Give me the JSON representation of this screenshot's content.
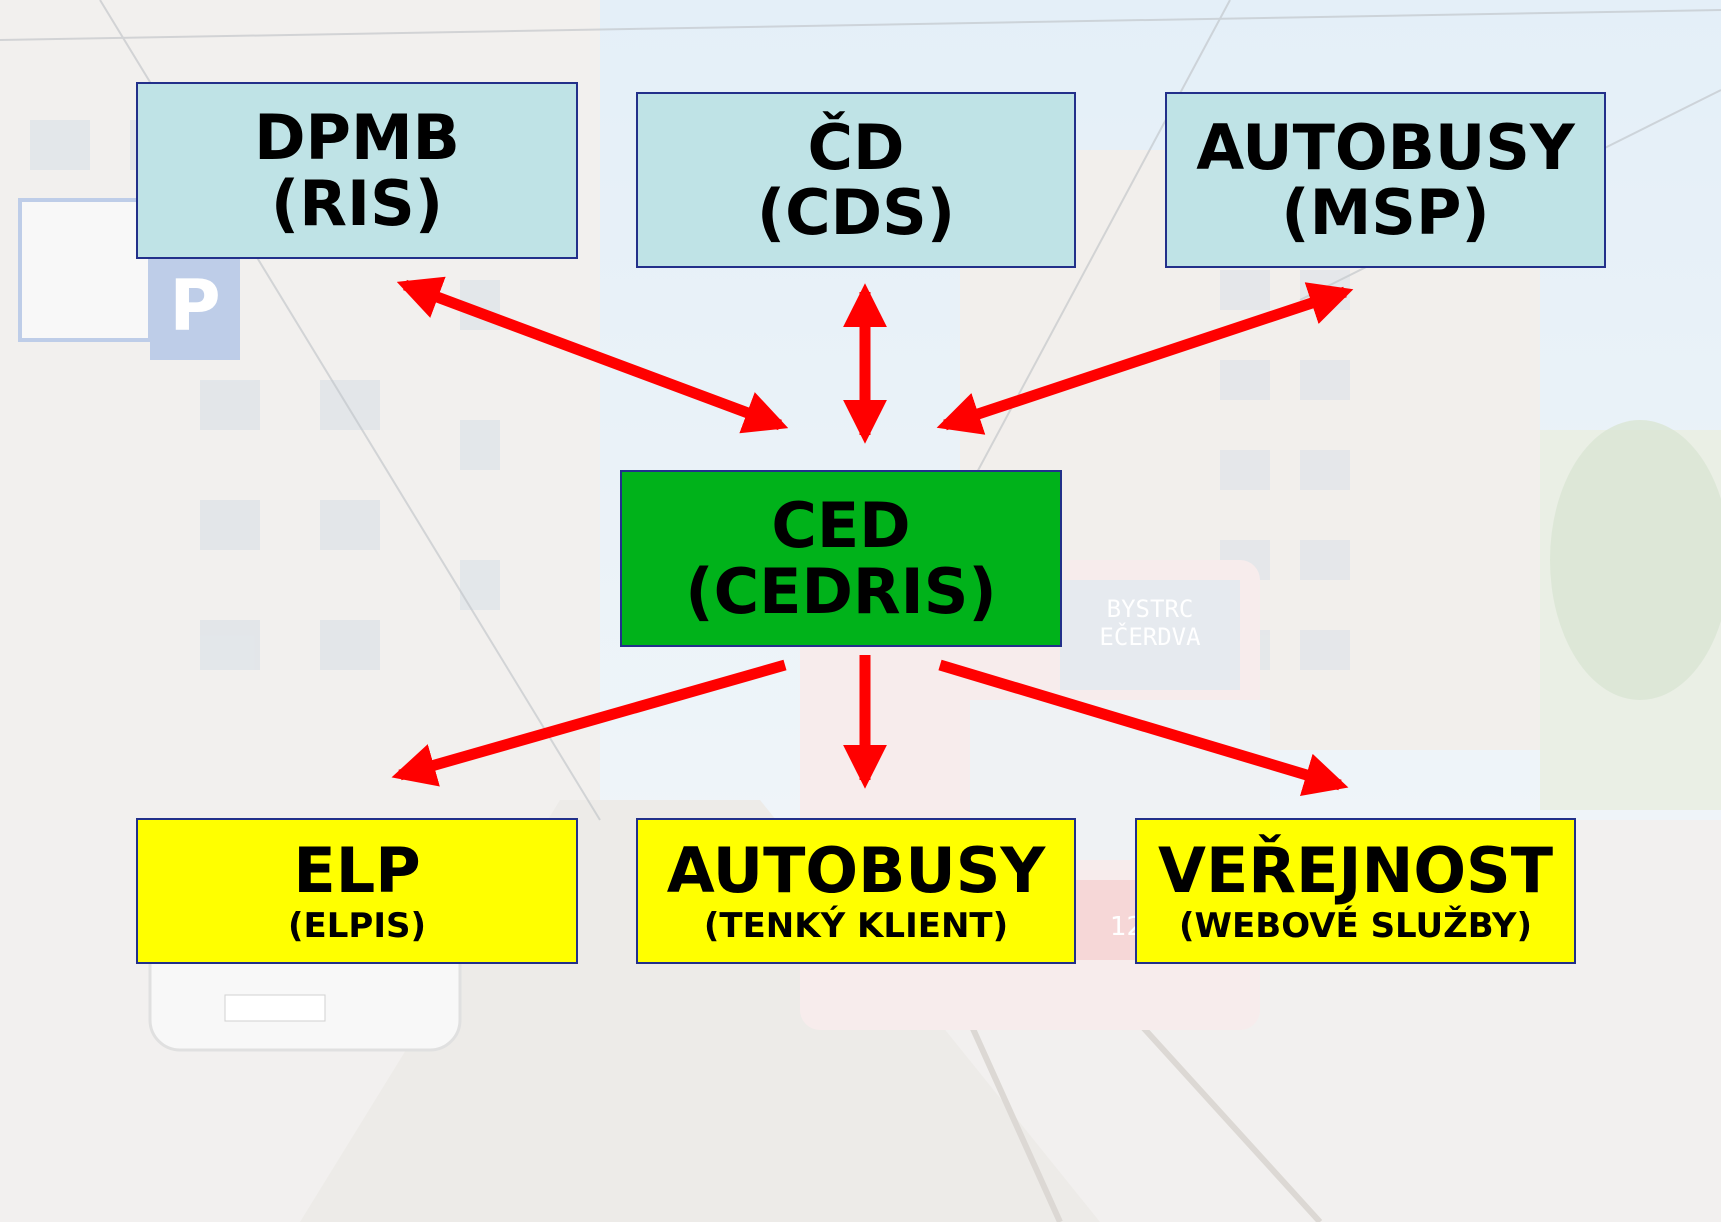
{
  "diagram": {
    "sources": [
      {
        "title": "DPMB",
        "subtitle": "(RIS)"
      },
      {
        "title": "ČD",
        "subtitle": "(CDS)"
      },
      {
        "title": "AUTOBUSY",
        "subtitle": "(MSP)"
      }
    ],
    "center": {
      "title": "CED",
      "subtitle": "(CEDRIS)"
    },
    "targets": [
      {
        "title": "ELP",
        "subtitle": "(ELPIS)"
      },
      {
        "title": "AUTOBUSY",
        "subtitle": "(TENKÝ KLIENT)"
      },
      {
        "title": "VEŘEJNOST",
        "subtitle": "(WEBOVÉ SLUŽBY)"
      }
    ],
    "links": [
      {
        "from": "DPMB",
        "to": "CED",
        "direction": "both"
      },
      {
        "from": "ČD",
        "to": "CED",
        "direction": "both"
      },
      {
        "from": "AUTOBUSY",
        "to": "CED",
        "direction": "both"
      },
      {
        "from": "CED",
        "to": "ELP",
        "direction": "forward"
      },
      {
        "from": "CED",
        "to": "AUTOBUSY",
        "direction": "forward"
      },
      {
        "from": "CED",
        "to": "VEŘEJNOST",
        "direction": "forward"
      }
    ]
  },
  "colors": {
    "source_fill": "#bfe3e6",
    "center_fill": "#00b21a",
    "target_fill": "#ffff00",
    "arrow": "#ff0000",
    "border": "#22308a"
  },
  "background": {
    "description_icon": "street-tram-photo"
  }
}
